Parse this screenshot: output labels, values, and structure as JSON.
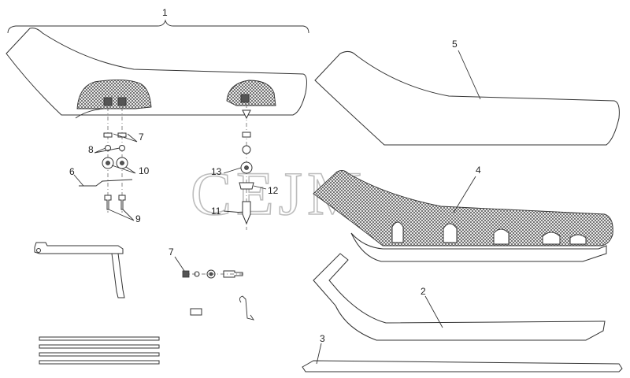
{
  "callouts": {
    "c1": "1",
    "c2": "2",
    "c3": "3",
    "c4": "4",
    "c5": "5",
    "c6": "6",
    "c7a": "7",
    "c7b": "7",
    "c8": "8",
    "c9": "9",
    "c10": "10",
    "c11": "11",
    "c12": "12",
    "c13": "13"
  },
  "watermark": "CEJM"
}
